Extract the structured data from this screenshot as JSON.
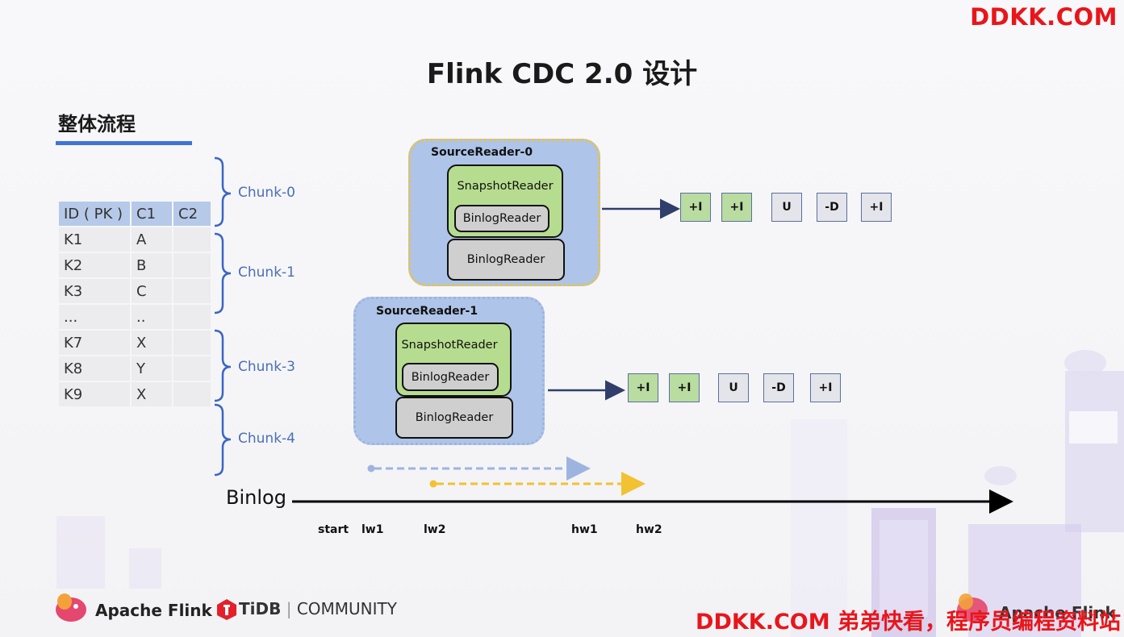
{
  "watermark": {
    "top": "DDKK.COM",
    "bottom": "DDKK.COM 弟弟快看，程序员编程资料站"
  },
  "slide": {
    "title": "Flink CDC 2.0 设计",
    "section_title": "整体流程"
  },
  "table": {
    "headers": [
      "ID ( PK )",
      "C1",
      "C2"
    ],
    "rows": [
      [
        "K1",
        "A",
        ""
      ],
      [
        "K2",
        "B",
        ""
      ],
      [
        "K3",
        "C",
        ""
      ],
      [
        "...",
        "..",
        ""
      ],
      [
        "K7",
        "X",
        ""
      ],
      [
        "K8",
        "Y",
        ""
      ],
      [
        "K9",
        "X",
        ""
      ]
    ]
  },
  "chunks": [
    "Chunk-0",
    "Chunk-1",
    "Chunk-3",
    "Chunk-4"
  ],
  "source_readers": [
    {
      "title": "SourceReader-0",
      "snapshot_reader": "SnapshotReader",
      "inner_binlog_reader": "BinlogReader",
      "binlog_reader": "BinlogReader",
      "events": [
        "+I",
        "+I",
        "U",
        "-D",
        "+I"
      ]
    },
    {
      "title": "SourceReader-1",
      "snapshot_reader": "SnapshotReader",
      "inner_binlog_reader": "BinlogReader",
      "binlog_reader": "BinlogReader",
      "events": [
        "+I",
        "+I",
        "U",
        "-D",
        "+I"
      ]
    }
  ],
  "binlog": {
    "label": "Binlog",
    "ticks": [
      "start",
      "lw1",
      "lw2",
      "hw1",
      "hw2"
    ]
  },
  "colors": {
    "accent_blue": "#3f73d8",
    "reader_fill": "#aec4e8",
    "snapshot_green": "#b6dd8f",
    "event_green": "#b9dca0",
    "lw1_hw1_arrow": "#9db4df",
    "lw2_hw2_arrow": "#f1c232",
    "watermark_red": "#e8161b"
  },
  "footer": {
    "flink_logo_text": "Apache Flink",
    "tidb_text": "TiDB",
    "community_text": "COMMUNITY",
    "corner_logo_text": "Apache Flink"
  }
}
